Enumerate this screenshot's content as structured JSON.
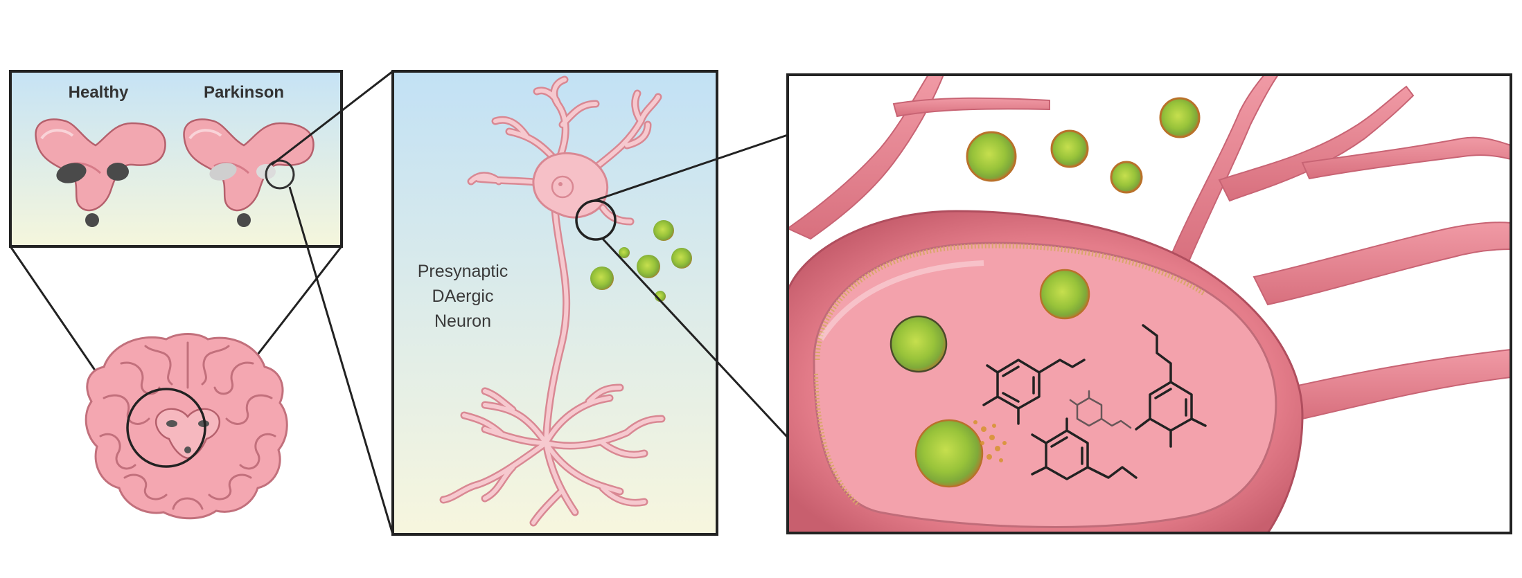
{
  "labels": {
    "healthy": "Healthy",
    "parkinson": "Parkinson",
    "neuron_line1": "Presynaptic",
    "neuron_line2": "DAergic",
    "neuron_line3": "Neuron"
  },
  "colors": {
    "tissue": "#f2a3ab",
    "tissue_dark": "#d97c87",
    "neuron_membrane": "#d88893",
    "vesicle_green": "#9cc13a",
    "vesicle_rim": "#c0792b",
    "panel_bg_top": "#c6e3f5",
    "panel_bg_bottom": "#f7f6df",
    "melanin": "#4a4a4a"
  },
  "icons": [
    "brain-icon",
    "midbrain-healthy-icon",
    "midbrain-parkinson-icon",
    "neuron-icon",
    "vesicle-icon",
    "dopamine-molecule-icon"
  ]
}
